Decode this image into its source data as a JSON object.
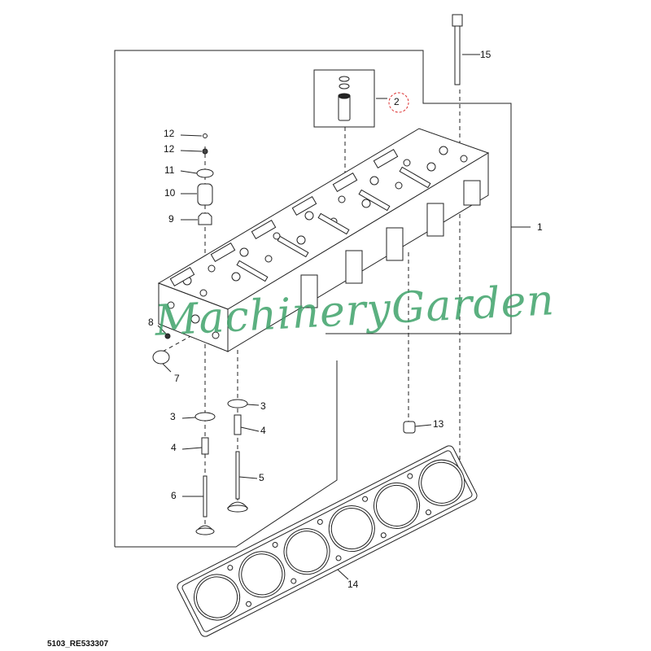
{
  "diagram": {
    "drawing_code": "5103_RE533307",
    "watermark": "MachineryGarden",
    "callouts": [
      "15",
      "2",
      "1",
      "12",
      "12",
      "11",
      "10",
      "9",
      "8",
      "7",
      "3",
      "3",
      "4",
      "4",
      "5",
      "6",
      "13",
      "14"
    ]
  }
}
